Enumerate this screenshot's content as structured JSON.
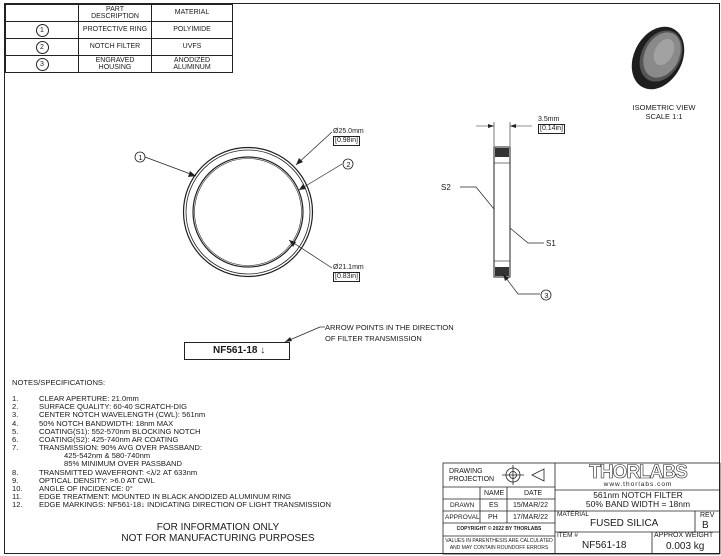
{
  "parts_table": {
    "headers": [
      "",
      "PART DESCRIPTION",
      "MATERIAL"
    ],
    "rows": [
      {
        "num": "1",
        "description": "PROTECTIVE RING",
        "material": "POLYIMIDE"
      },
      {
        "num": "2",
        "description": "NOTCH FILTER",
        "material": "UVFS"
      },
      {
        "num": "3",
        "description": "ENGRAVED HOUSING",
        "material": "ANODIZED ALUMINUM"
      }
    ]
  },
  "isometric": {
    "line1": "ISOMETRIC VIEW",
    "line2": "SCALE 1:1"
  },
  "front_view": {
    "outer_dia": "Ø25.0mm",
    "outer_dia_in": "[0.98in]",
    "inner_dia": "Ø21.1mm",
    "inner_dia_in": "[0.83in]",
    "callout1": "1",
    "callout2": "2"
  },
  "side_view": {
    "thickness": "3.5mm",
    "thickness_in": "[0.14in]",
    "s1": "S1",
    "s2": "S2",
    "callout3": "3"
  },
  "engraving": {
    "text": "NF561-18",
    "arrow": "↓",
    "note_line1": "ARROW POINTS IN THE DIRECTION",
    "note_line2": "OF FILTER TRANSMISSION"
  },
  "notes": {
    "header": "NOTES/SPECIFICATIONS:",
    "items": [
      {
        "num": "1.",
        "text": "CLEAR APERTURE: 21.0mm"
      },
      {
        "num": "2.",
        "text": "SURFACE QUALITY: 60-40 SCRATCH-DIG"
      },
      {
        "num": "3.",
        "text": "CENTER NOTCH WAVELENGTH (CWL): 561nm"
      },
      {
        "num": "4.",
        "text": "50% NOTCH BANDWIDTH: 18nm MAX"
      },
      {
        "num": "5.",
        "text": "COATING(S1): 552-570nm BLOCKING NOTCH"
      },
      {
        "num": "6.",
        "text": "COATING(S2): 425-740nm AR COATING"
      },
      {
        "num": "7.",
        "text": "TRANSMISSION: 90% AVG OVER PASSBAND:"
      },
      {
        "num": "",
        "text": "425-542nm & 580-740nm"
      },
      {
        "num": "",
        "text": "85% MINIMUM OVER PASSBAND"
      },
      {
        "num": "8.",
        "text": "TRANSMITTED WAVEFRONT: <λ/2 AT 633nm"
      },
      {
        "num": "9.",
        "text": "OPTICAL DENSITY: >6.0 AT CWL"
      },
      {
        "num": "10.",
        "text": "ANGLE OF INCIDENCE: 0°"
      },
      {
        "num": "11.",
        "text": "EDGE TREATMENT: MOUNTED IN BLACK ANODIZED ALUMINUM RING"
      },
      {
        "num": "12.",
        "text": "EDGE MARKINGS: NF561-18↓ INDICATING DIRECTION OF LIGHT TRANSMISSION"
      }
    ]
  },
  "disclaimer": {
    "line1": "FOR INFORMATION ONLY",
    "line2": "NOT FOR MANUFACTURING PURPOSES"
  },
  "title_block": {
    "projection_label1": "DRAWING",
    "projection_label2": "PROJECTION",
    "logo": "THORLABS",
    "website": "www.thorlabs.com",
    "title_line1": "561nm NOTCH FILTER",
    "title_line2": "50% BAND WIDTH = 18nm",
    "name_hdr": "NAME",
    "date_hdr": "DATE",
    "drawn_label": "DRAWN",
    "drawn_name": "ES",
    "drawn_date": "15/MAR/22",
    "approval_label": "APPROVAL",
    "approval_name": "PH",
    "approval_date": "17/MAR/22",
    "copyright": "COPYRIGHT © 2022 BY THORLABS",
    "values_note1": "VALUES IN PARENTHESIS ARE CALCULATED",
    "values_note2": "AND MAY CONTAIN ROUNDOFF ERRORS",
    "material_label": "MATERIAL",
    "material": "FUSED SILICA",
    "rev_label": "REV",
    "rev": "B",
    "item_label": "ITEM #",
    "item": "NF561-18",
    "weight_label": "APPROX WEIGHT",
    "weight": "0.003 kg"
  }
}
